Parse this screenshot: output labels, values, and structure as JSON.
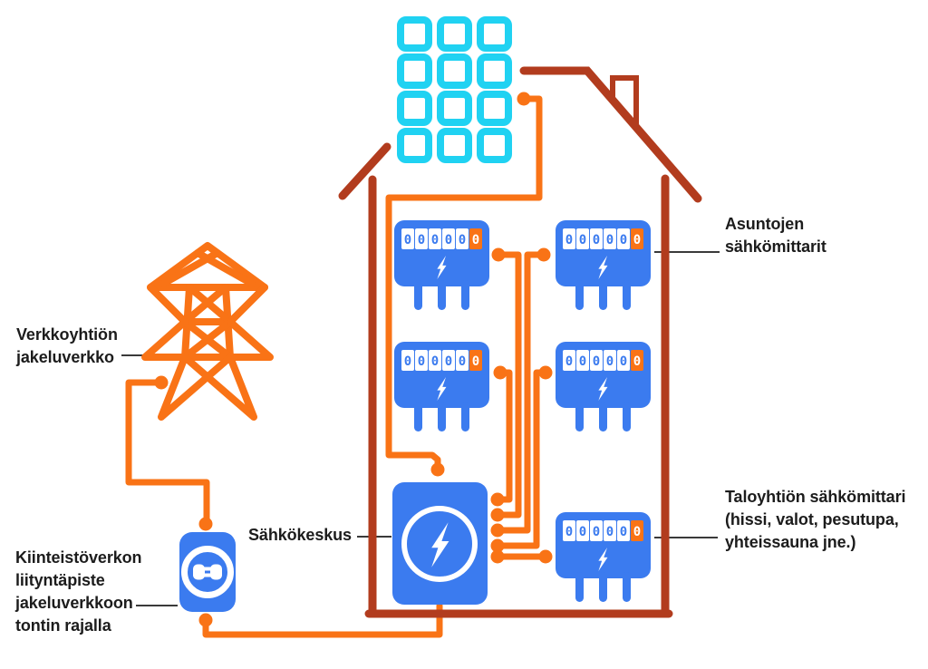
{
  "labels": {
    "grid_network": "Verkkoyhtiön\njakeluverkko",
    "connection_point": "Kiinteistöverkon\nliityntäpiste\njakeluverkkoon\ntontin rajalla",
    "apartment_meters": "Asuntojen\nsähkömittarit",
    "main_panel": "Sähkökeskus",
    "housing_company_meter": "Taloyhtiön sähkömittari\n(hissi, valot, pesutupa,\nyhteissauna jne.)"
  },
  "meter_digits": [
    "0",
    "0",
    "0",
    "0",
    "0",
    "0"
  ],
  "colors": {
    "wire_orange": "#F97316",
    "house_red": "#B23C1E",
    "device_blue": "#3B7BEF",
    "solar_cyan": "#20D2F2",
    "label_text": "#1C1C1C",
    "connector_line": "#3A3A3A"
  }
}
